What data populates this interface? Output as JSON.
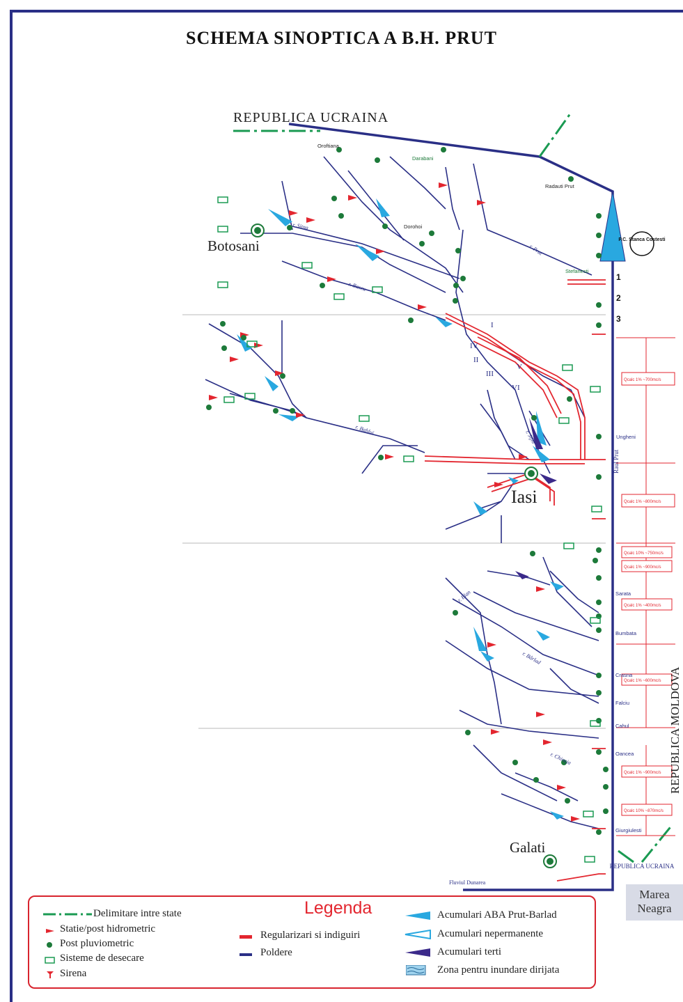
{
  "title": "SCHEMA SINOPTICA A B.H. PRUT",
  "colors": {
    "border": "#2a2f86",
    "river": "#2a2f86",
    "regulation": "#e3262f",
    "station": "#1d7a3a",
    "desiccation": "#1a9a52",
    "reservoir": "#29a8e0",
    "third_reservoir": "#3b2a8a",
    "text_green": "#1d7a3a",
    "text_blue": "#2a2f86"
  },
  "map": {
    "country_north": "REPUBLICA UCRAINA",
    "country_east": "REPUBLICA MOLDOVA",
    "country_south": "REPUBLICA UCRAINA",
    "sea": [
      "Marea",
      "Neagra"
    ],
    "cities": {
      "botosani": "Botosani",
      "iasi": "Iasi",
      "galati": "Galati"
    },
    "dam_label": "P.C. Stanca Costesti",
    "rivers": [
      "r. Prut",
      "r. Jijia",
      "r. Bahlui",
      "r. Sitna",
      "r. Baseu",
      "r. Bârlad",
      "r. Elan",
      "r. Chineja",
      "Fluviul Dunarea"
    ],
    "segments": [
      "1",
      "2",
      "3"
    ],
    "roman": [
      "I",
      "II",
      "III",
      "IV",
      "V",
      "VI"
    ],
    "towns": [
      "Oroftiana",
      "Dorohoi",
      "Radauti Prut",
      "Stefanesti",
      "Darabani",
      "Ungheni",
      "Falciu",
      "Oancea",
      "Cahul",
      "Giurgiulesti",
      "Sarata",
      "Bumbata",
      "Crasna"
    ],
    "prut_section_label": "Raul Prut",
    "flow_boxes": [
      "Qcalc 1% ~700mc/s",
      "Qcalc 1% ~800mc/s",
      "Qcalc 10% ~750mc/s",
      "Qcalc 1% ~900mc/s",
      "Qcalc 1% ~400mc/s",
      "Qcalc 1% ~600mc/s",
      "Qcalc 1% ~900mc/s",
      "Qcalc 10% ~870mc/s"
    ]
  },
  "legend": {
    "title": "Legenda",
    "items_left": [
      "Delimitare intre state",
      "Statie/post hidrometric",
      "Post pluviometric",
      "Sisteme de desecare",
      "Sirena"
    ],
    "items_mid": [
      "Regularizari si indiguiri",
      "Poldere"
    ],
    "items_right": [
      "Acumulari ABA Prut-Barlad",
      "Acumulari nepermanente",
      "Acumulari terti",
      "Zona pentru inundare dirijata"
    ]
  }
}
